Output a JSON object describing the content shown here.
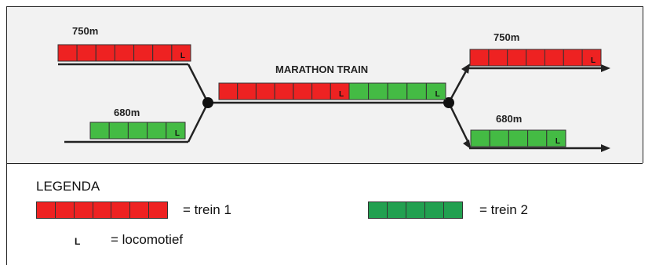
{
  "diagram": {
    "train1_length": "750m",
    "train2_length": "680m",
    "merged_label": "MARATHON TRAIN",
    "locomotive_letter": "L",
    "out_train1_length": "750m",
    "out_train2_length": "680m"
  },
  "legend": {
    "title": "LEGENDA",
    "train1_label": "= trein 1",
    "train2_label": "= trein 2",
    "locomotive_symbol": "L",
    "locomotive_label": "= locomotief"
  },
  "colors": {
    "train1": "#ee2222",
    "train1_dark": "#c81414",
    "train2": "#44bb44",
    "train2_legend": "#22a050",
    "track": "#222222",
    "background_upper": "#f2f2f2"
  },
  "wagons": {
    "train1_count": 7,
    "train2_count": 5,
    "legend_train1_count": 7,
    "legend_train2_count": 5
  }
}
